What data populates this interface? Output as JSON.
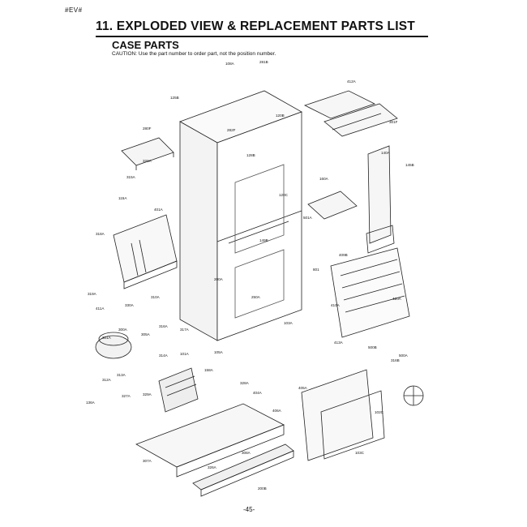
{
  "header": {
    "page_tag": "#EV#",
    "title": "11. EXPLODED VIEW & REPLACEMENT PARTS LIST",
    "subtitle": "CASE PARTS",
    "caution": "CAUTION: Use the part number to order part, not the position number."
  },
  "footer": {
    "page_number": "-45-"
  },
  "parts": {
    "p_108a": "108A",
    "p_281b": "281B",
    "p_412a": "412A",
    "p_301f": "301F",
    "p_282f": "282F",
    "p_125b": "125B",
    "p_280f": "280F",
    "p_120b": "120B",
    "p_140a": "140A",
    "p_145b": "145B",
    "p_120c": "120C",
    "p_149b": "149B",
    "p_128b": "128B",
    "p_160a": "160A",
    "p_320a": "320A",
    "p_315a": "315A",
    "p_115a": "115A",
    "p_401a": "401A",
    "p_318a": "318A",
    "p_319a": "319A",
    "p_200a": "200A",
    "p_250a": "250A",
    "p_310a": "310A",
    "p_330a": "330A",
    "p_411a": "411A",
    "p_103a": "103A",
    "p_105a": "105A",
    "p_501a": "501A",
    "p_409b": "409B",
    "p_410a": "410A",
    "p_420a": "420A",
    "p_300a": "300A",
    "p_301a": "301A",
    "p_305a": "305A",
    "p_316a": "316A",
    "p_314a": "314A",
    "p_317a": "317A",
    "p_101a": "101A",
    "p_158a": "158A",
    "p_313a": "313A",
    "p_312a": "312A",
    "p_327a": "327A",
    "p_329a": "329A",
    "p_328a": "328A",
    "p_404a": "404A",
    "p_406a": "406A",
    "p_405a": "405A",
    "p_102c": "102C",
    "p_103c": "103C",
    "p_500a": "500A",
    "p_500b": "500B",
    "p_316b": "316B",
    "p_413a": "413A",
    "p_136a": "136A",
    "p_307a": "307A",
    "p_308a": "308A",
    "p_326a": "326A",
    "p_200b": "200B",
    "p_801": "801"
  }
}
